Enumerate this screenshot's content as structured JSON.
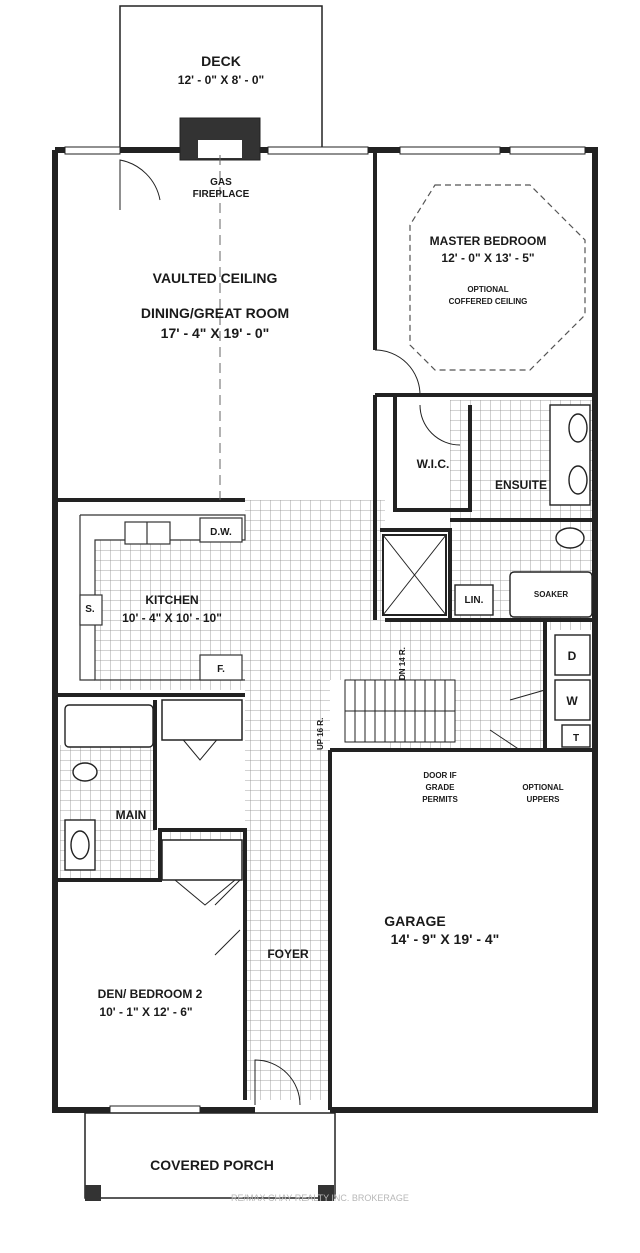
{
  "rooms": {
    "deck": {
      "name": "DECK",
      "dim": "12' - 0\" X 8' - 0\""
    },
    "fireplace": {
      "line1": "GAS",
      "line2": "FIREPLACE"
    },
    "great_room": {
      "line1": "VAULTED CEILING",
      "line2": "DINING/GREAT ROOM",
      "dim": "17' - 4\" X 19' - 0\""
    },
    "master": {
      "name": "MASTER BEDROOM",
      "dim": "12' - 0\" X 13' - 5\"",
      "note1": "OPTIONAL",
      "note2": "COFFERED CEILING"
    },
    "wic": {
      "name": "W.I.C."
    },
    "ensuite": {
      "name": "ENSUITE"
    },
    "dw": {
      "name": "D.W."
    },
    "kitchen": {
      "name": "KITCHEN",
      "dim": "10' - 4\" X 10' - 10\""
    },
    "sink": {
      "name": "S."
    },
    "fridge": {
      "name": "F."
    },
    "linen": {
      "name": "LIN."
    },
    "soaker": {
      "name": "SOAKER"
    },
    "dryer": {
      "name": "D"
    },
    "washer": {
      "name": "W"
    },
    "tub_tray": {
      "name": "T"
    },
    "main_bath": {
      "name": "MAIN"
    },
    "garage": {
      "name": "GARAGE",
      "dim": "14' - 9\" X 19' - 4\""
    },
    "foyer": {
      "name": "FOYER"
    },
    "den": {
      "name": "DEN/ BEDROOM 2",
      "dim": "10' - 1\" X 12' - 6\""
    },
    "porch": {
      "name": "COVERED PORCH"
    }
  },
  "notes": {
    "stairs_down": "DN 14 R.",
    "stairs_up": "UP 16 R.",
    "door_note1": "DOOR IF",
    "door_note2": "GRADE",
    "door_note3": "PERMITS",
    "uppers1": "OPTIONAL",
    "uppers2": "UPPERS"
  },
  "watermark": "RE/MAX CHAY REALTY INC. BROKERAGE"
}
